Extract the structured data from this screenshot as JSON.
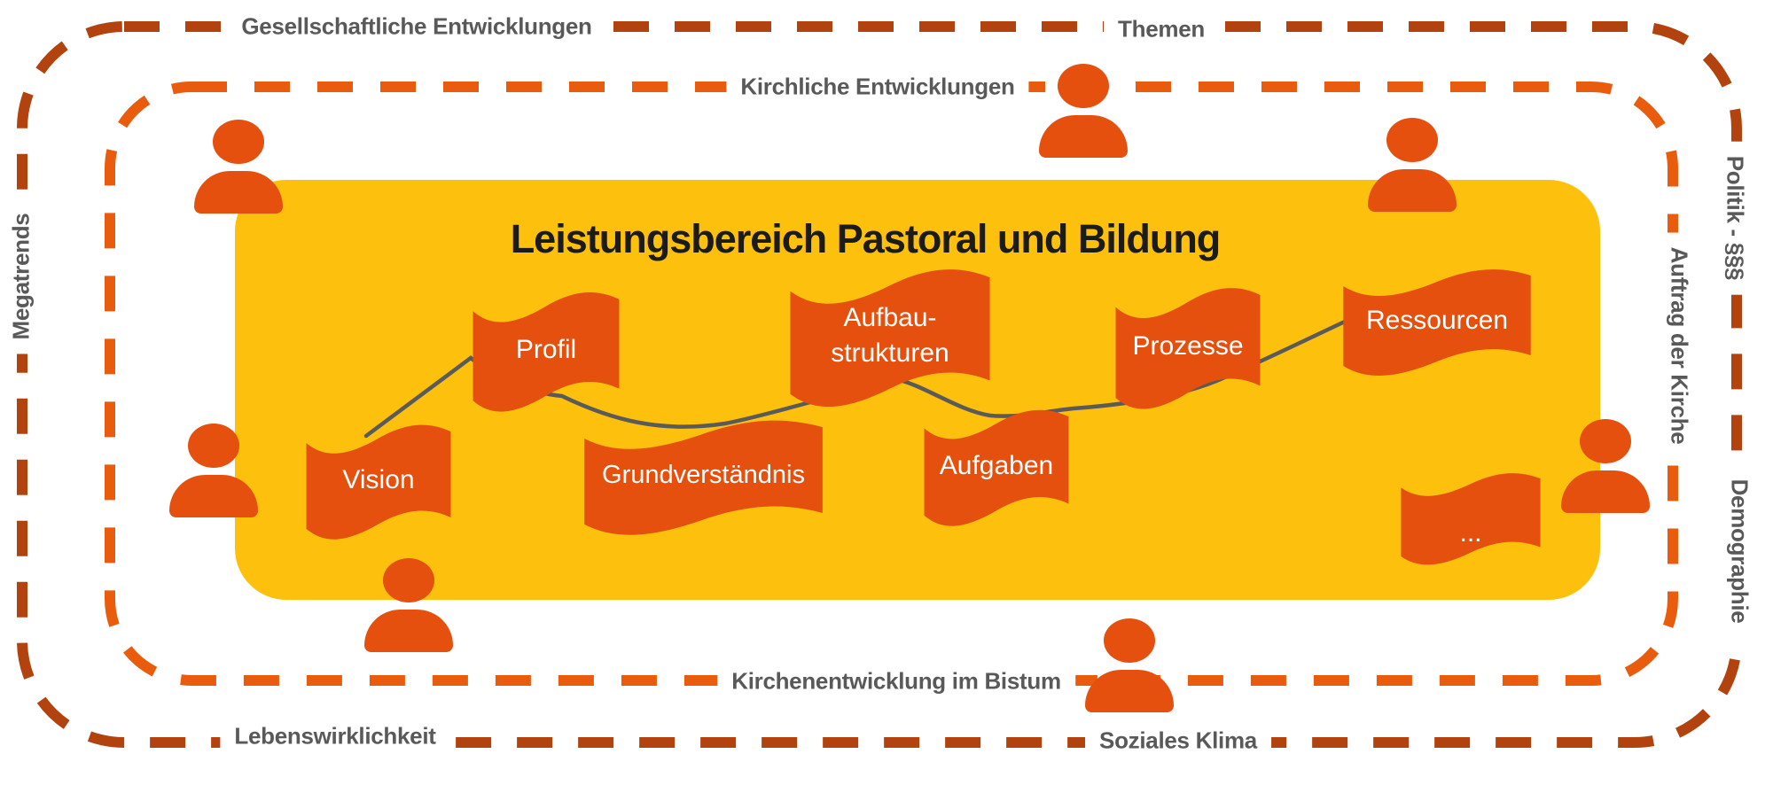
{
  "title": "Leistungsbereich Pastoral und Bildung",
  "colors": {
    "outer_ring": "#b2430e",
    "inner_ring": "#ea5c0d",
    "accent_orange": "#e5500e",
    "panel_yellow": "#fdc10d",
    "ring_label_text": "#595959",
    "title_text": "#1b1b1b",
    "connector_line": "#5a5a5a"
  },
  "outer_ring_labels": {
    "top_left": "Gesellschaftliche Entwicklungen",
    "top_right": "Themen",
    "left": "Megatrends",
    "right_top": "Politik - §§§",
    "right_bottom": "Demographie",
    "bottom_left": "Lebenswirklichkeit",
    "bottom_right": "Soziales Klima"
  },
  "inner_ring_labels": {
    "top": "Kirchliche Entwicklungen",
    "right": "Auftrag der Kirche",
    "bottom": "Kirchenentwicklung im Bistum"
  },
  "flags": [
    {
      "label": "Vision"
    },
    {
      "label": "Profil"
    },
    {
      "label": "Grundverständnis"
    },
    {
      "label": "Aufbau-\nstrukturen"
    },
    {
      "label": "Aufgaben"
    },
    {
      "label": "Prozesse"
    },
    {
      "label": "Ressourcen"
    },
    {
      "label": "..."
    }
  ]
}
